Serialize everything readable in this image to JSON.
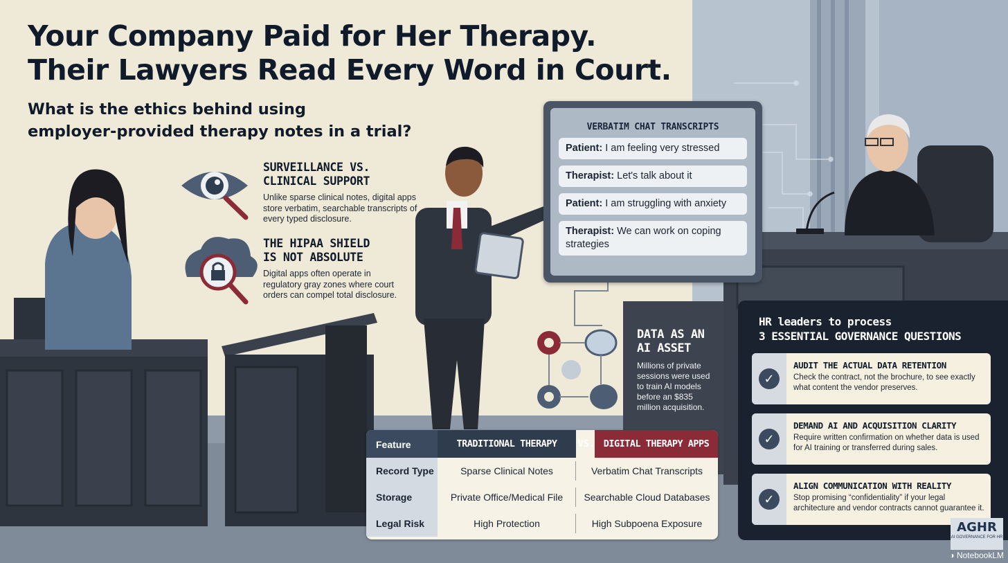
{
  "headline": {
    "line1": "Your Company Paid for Her Therapy.",
    "line2": "Their Lawyers Read Every Word in Court."
  },
  "subheadline": {
    "line1": "What is the ethics behind using",
    "line2": "employer-provided therapy notes in a trial?"
  },
  "info_points": [
    {
      "title_line1": "SURVEILLANCE VS.",
      "title_line2": "CLINICAL SUPPORT",
      "body": "Unlike sparse clinical notes, digital apps store verbatim, searchable transcripts of every typed disclosure.",
      "icon": "eye-magnifier-icon"
    },
    {
      "title_line1": "THE HIPAA SHIELD",
      "title_line2": "IS NOT ABSOLUTE",
      "body": "Digital apps often operate in regulatory gray zones where court orders can compel total disclosure.",
      "icon": "cloud-lock-icon"
    }
  ],
  "chat": {
    "title": "VERBATIM CHAT TRANSCRIPTS",
    "messages": [
      {
        "speaker": "Patient:",
        "text": "I am feeling very stressed"
      },
      {
        "speaker": "Therapist:",
        "text": "Let's talk about it"
      },
      {
        "speaker": "Patient:",
        "text": "I am struggling with anxiety"
      },
      {
        "speaker": "Therapist:",
        "text": "We can work on coping strategies"
      }
    ]
  },
  "ai_asset": {
    "title_line1": "DATA AS AN",
    "title_line2": "AI ASSET",
    "body": "Millions of private sessions were used to train AI models before an $835 million acquisition."
  },
  "governance": {
    "heading_line1": "HR leaders to process",
    "heading_line2": "3 ESSENTIAL GOVERNANCE QUESTIONS",
    "items": [
      {
        "title": "AUDIT THE ACTUAL DATA RETENTION",
        "body": "Check the contract, not the brochure, to see exactly what content the vendor preserves."
      },
      {
        "title": "DEMAND AI AND ACQUISITION CLARITY",
        "body": "Require written confirmation on whether data is used for AI training or transferred during sales."
      },
      {
        "title": "ALIGN COMMUNICATION WITH REALITY",
        "body": "Stop promising “confidentiality” if your legal architecture and vendor contracts cannot guarantee it."
      }
    ]
  },
  "comparison": {
    "header": {
      "feature": "Feature",
      "left": "TRADITIONAL THERAPY",
      "vs": "VS.",
      "right": "DIGITAL THERAPY APPS"
    },
    "rows": [
      {
        "feature": "Record Type",
        "left": "Sparse Clinical Notes",
        "right": "Verbatim Chat Transcripts"
      },
      {
        "feature": "Storage",
        "left": "Private Office/Medical File",
        "right": "Searchable Cloud Databases"
      },
      {
        "feature": "Legal Risk",
        "left": "High Protection",
        "right": "High Subpoena Exposure"
      }
    ]
  },
  "logo": {
    "text": "AGHR",
    "tagline": "AI GOVERNANCE FOR HR"
  },
  "watermark": "NotebookLM",
  "colors": {
    "accent_red": "#8a2b37",
    "navy": "#1a2230",
    "slate": "#3b4a5e",
    "cream": "#efe9d8"
  }
}
